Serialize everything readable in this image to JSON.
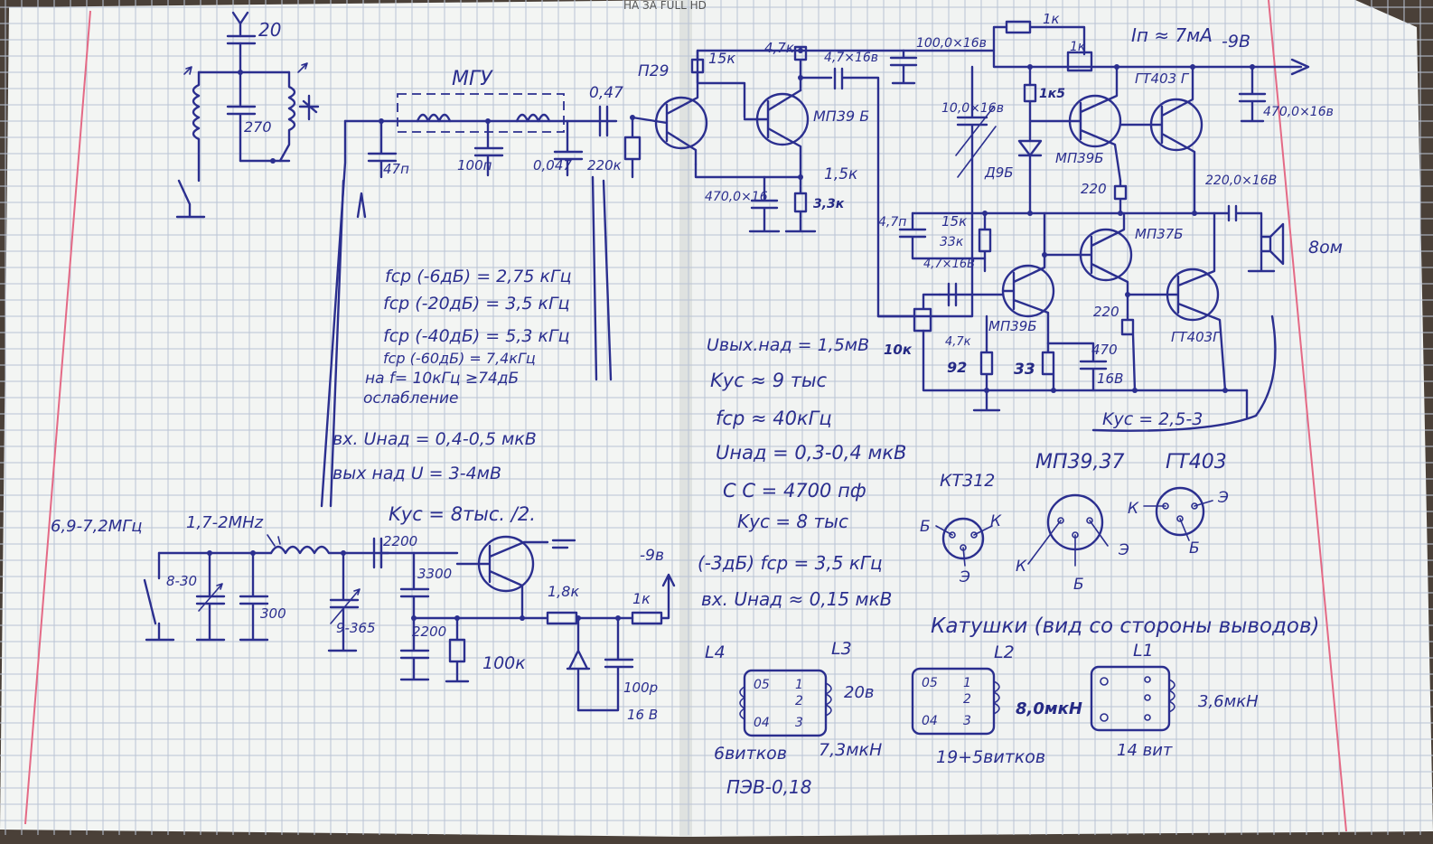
{
  "notebook": {
    "colors": {
      "paper": "#f4f5f4",
      "grid": "#b9c3d4",
      "ink": "#2b2f8f",
      "margin": "#e46a86",
      "desk": "#4a4038"
    },
    "header_text": "НА ЗА FULL HD"
  },
  "schematic": {
    "antenna": {
      "cap_label": "20",
      "trimmer_label": "270"
    },
    "filter": {
      "name": "МГУ",
      "caps": [
        "47п",
        "100п",
        "0,047"
      ],
      "coupling_cap": "0,47",
      "bias_res": "220к"
    },
    "filter_specs": [
      "fср (-6дБ) = 2,75 кГц",
      "fср (-20дБ) = 3,5 кГц",
      "fср (-40дБ) = 5,3 кГц",
      "fср (-60дБ) = 7,4кГц",
      "на f= 10кГц ≥74дБ",
      "ослабление"
    ],
    "converter_specs": [
      "вх. Uнад = 0,4-0,5 мкВ",
      "вых над U = 3-4мВ",
      "Kус = 8тыс. /2."
    ],
    "oscillator": {
      "freq_range_1": "6,9-7,2МГц",
      "freq_range_2": "1,7-2МHz",
      "trimmer": "8-30",
      "cap_300": "300",
      "var_cap": "9-365",
      "cap_2200": "2200",
      "cap_3300": "3300",
      "cap_2200b": "2200",
      "res_100k": "100к",
      "res_1_8k": "1,8к",
      "res_1k": "1к",
      "cap_100": "100р",
      "cap_16v": "16 В",
      "supply": "-9в"
    },
    "amp_front": {
      "t1": "П29",
      "r_15k": "15к",
      "r_4_7k": "4,7к",
      "c_4_7x16": "4,7×16в",
      "t2": "МП39 Б",
      "c_470x16": "470,0×16",
      "r_1_5k": "1,5к",
      "r_3_3k": "3,3к"
    },
    "power_amp": {
      "supply_current": "Iп ≈ 7мА",
      "supply_voltage": "-9В",
      "r_top_1k": "1к",
      "c_100x16": "100,0×16в",
      "c_10x16": "10,0×16в",
      "r_1k_trim": "1к",
      "r_1k_5": "1к5",
      "t_gt403_top": "ГТ403 Г",
      "c_470_out": "470,0×16в",
      "t_mp39b": "МП39Б",
      "diode": "Д9Б",
      "r_220_a": "220",
      "c_220x16": "220,0×16В",
      "speaker": "8ом",
      "c_4_7n": "4,7п",
      "r_15k": "15к",
      "r_33k": "33к",
      "c_4_7x16b": "4,7×16В",
      "t_mp37b": "МП37Б",
      "t_mp39b_b": "МП39Б",
      "r_220_b": "220",
      "t_gt403_bot": "ГТ403Г",
      "r_10k": "10к",
      "c_4_7k": "4,7к",
      "r_92": "92",
      "r_33": "33",
      "c_470": "470",
      "c_16v": "16В",
      "gain_note": "Kус = 2,5-3"
    },
    "amp_specs": [
      "Uвых.над = 1,5мВ",
      "Kус ≈ 9 тыс",
      "fср ≈ 40кГц",
      "Uнад = 0,3-0,4 мкВ",
      "С   С = 4700 пф",
      "Kус = 8 тыс",
      "(-3дБ) fср = 3,5 кГц",
      "вх. Uнад ≈ 0,15 мкВ"
    ],
    "pinouts": {
      "kt312": {
        "name": "КТ312",
        "pins": [
          "Б",
          "К",
          "Э"
        ]
      },
      "mp39": {
        "name": "МП39,37",
        "pins": [
          "К",
          "Б",
          "Э"
        ]
      },
      "gt403": {
        "name": "ГТ403",
        "pins": [
          "К",
          "Э",
          "Б"
        ]
      }
    },
    "coils": {
      "caption": "Катушки (вид со стороны выводов)",
      "l4": {
        "name": "L4",
        "pin_a": "05",
        "pin_b": "04",
        "pin_1": "1",
        "pin_2": "2",
        "pin_3": "3",
        "turns": "6витков"
      },
      "l3": {
        "name": "L3",
        "note": "20в",
        "ind": "7,3мкН"
      },
      "l2": {
        "name": "L2",
        "pin_a": "05",
        "pin_b": "04",
        "pin_1": "1",
        "pin_2": "2",
        "pin_3": "3",
        "ind": "8,0мкН",
        "turns": "19+5витков"
      },
      "l1": {
        "name": "L1",
        "ind": "3,6мкН",
        "turns": "14 вит"
      },
      "wire": "ПЭВ-0,18"
    }
  }
}
